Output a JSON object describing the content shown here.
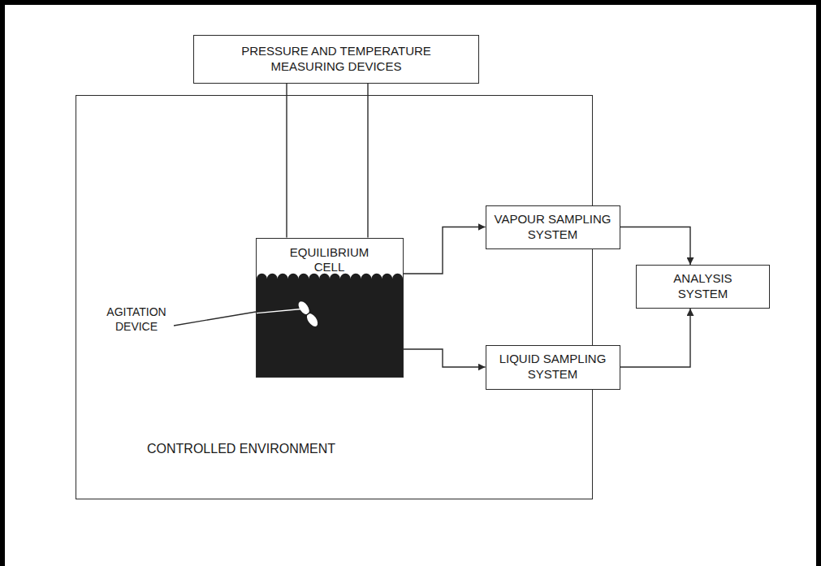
{
  "diagram": {
    "nodes": [
      {
        "text": [
          "PRESSURE AND TEMPERATURE MEASURING DEVICES"
        ]
      },
      {
        "text": [
          "CONTROLLED ENVIRONMENT"
        ]
      },
      {
        "text": [
          "EQUILIBRIUM CELL"
        ],
        "in": 1
      },
      {
        "text": [
          "VAPOUR SAMPLING SYSTEM"
        ],
        "in": 1
      },
      {
        "text": [
          "LIQUID SAMPLING SYSTEM"
        ],
        "in": 1
      },
      {
        "text": [
          "ANALYSIS SYSTEM"
        ]
      }
    ],
    "edges": [
      {
        "from": 0,
        "to": 2,
        "arrow": "none"
      },
      {
        "from": 0,
        "to": 2,
        "arrow": "none"
      },
      {
        "from": 2,
        "to": 3,
        "arrow": "to"
      },
      {
        "from": 2,
        "to": 4,
        "arrow": "to"
      },
      {
        "from": 3,
        "to": 5,
        "arrow": "to"
      },
      {
        "from": 4,
        "to": 5,
        "arrow": "to"
      }
    ],
    "labels": [
      "AGITATION DEVICE"
    ]
  }
}
